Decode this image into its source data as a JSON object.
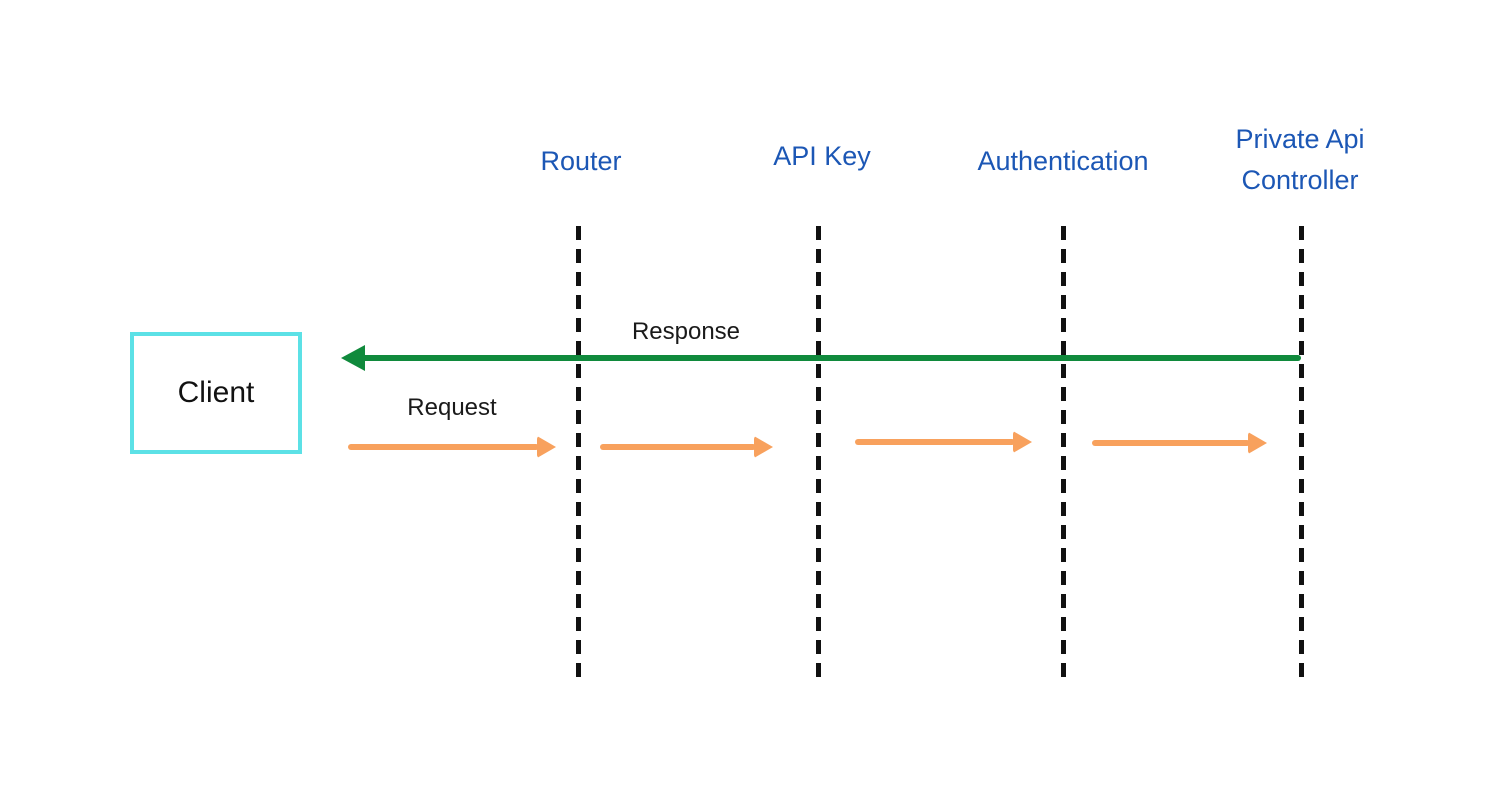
{
  "diagram": {
    "client": {
      "label": "Client"
    },
    "lifelines": [
      {
        "label": "Router"
      },
      {
        "label": "API Key"
      },
      {
        "label": "Authentication"
      },
      {
        "label": "Private Api\nController"
      }
    ],
    "messages": {
      "response_label": "Response",
      "request_label": "Request"
    },
    "colors": {
      "background": "#FFFFFF",
      "client-border": "#5CE1E6",
      "lifeline-label": "#1C57B5",
      "lifeline-dash": "#111111",
      "response-arrow": "#108A3C",
      "request-arrow": "#F8A15D",
      "label-text": "#1A1A1A"
    }
  }
}
